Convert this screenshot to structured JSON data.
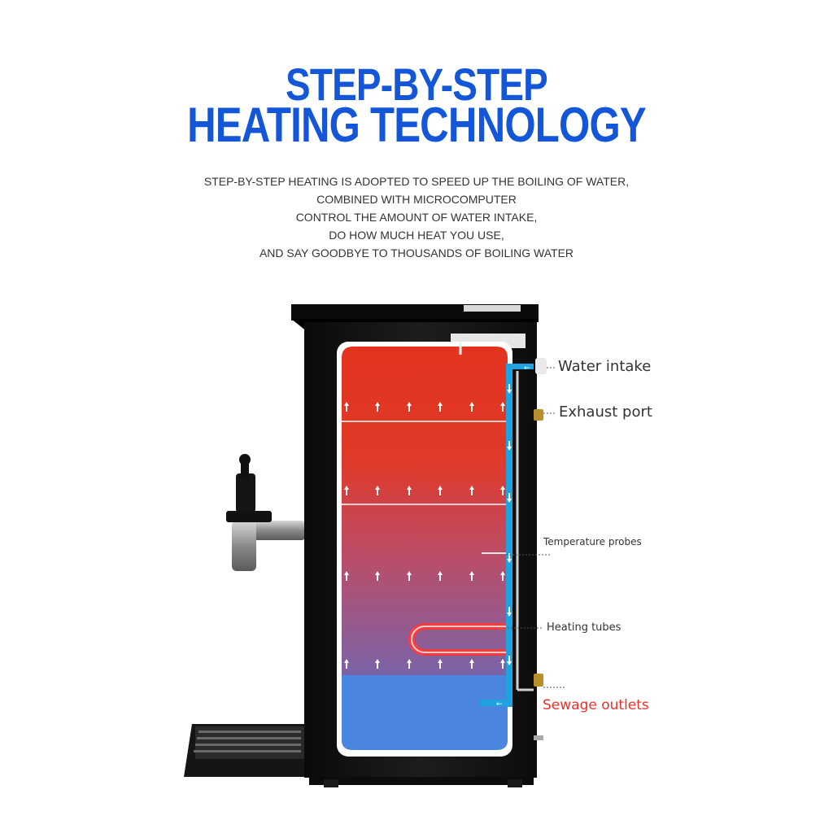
{
  "heading": {
    "line1": "STEP-BY-STEP",
    "line2": "HEATING TECHNOLOGY"
  },
  "description": [
    "STEP-BY-STEP HEATING IS ADOPTED TO SPEED UP THE BOILING OF WATER,",
    "COMBINED WITH MICROCOMPUTER",
    "CONTROL THE AMOUNT OF WATER INTAKE,",
    "DO HOW MUCH HEAT YOU USE,",
    "AND SAY GOODBYE TO THOUSANDS OF BOILING WATER"
  ],
  "callouts": {
    "water_intake": "Water  intake",
    "exhaust_port": "Exhaust  port",
    "temperature_probes": "Temperature probes",
    "heating_tubes": "Heating tubes",
    "sewage_outlets": "Sewage outlets"
  },
  "colors": {
    "title": "#1456d8",
    "hot": "#e3331f",
    "cold": "#4a86e0",
    "flow": "#1fa3e0",
    "sewage_label": "#e8322a"
  },
  "icons": [
    "up-arrow-icon",
    "down-arrow-icon",
    "left-arrow-icon"
  ]
}
